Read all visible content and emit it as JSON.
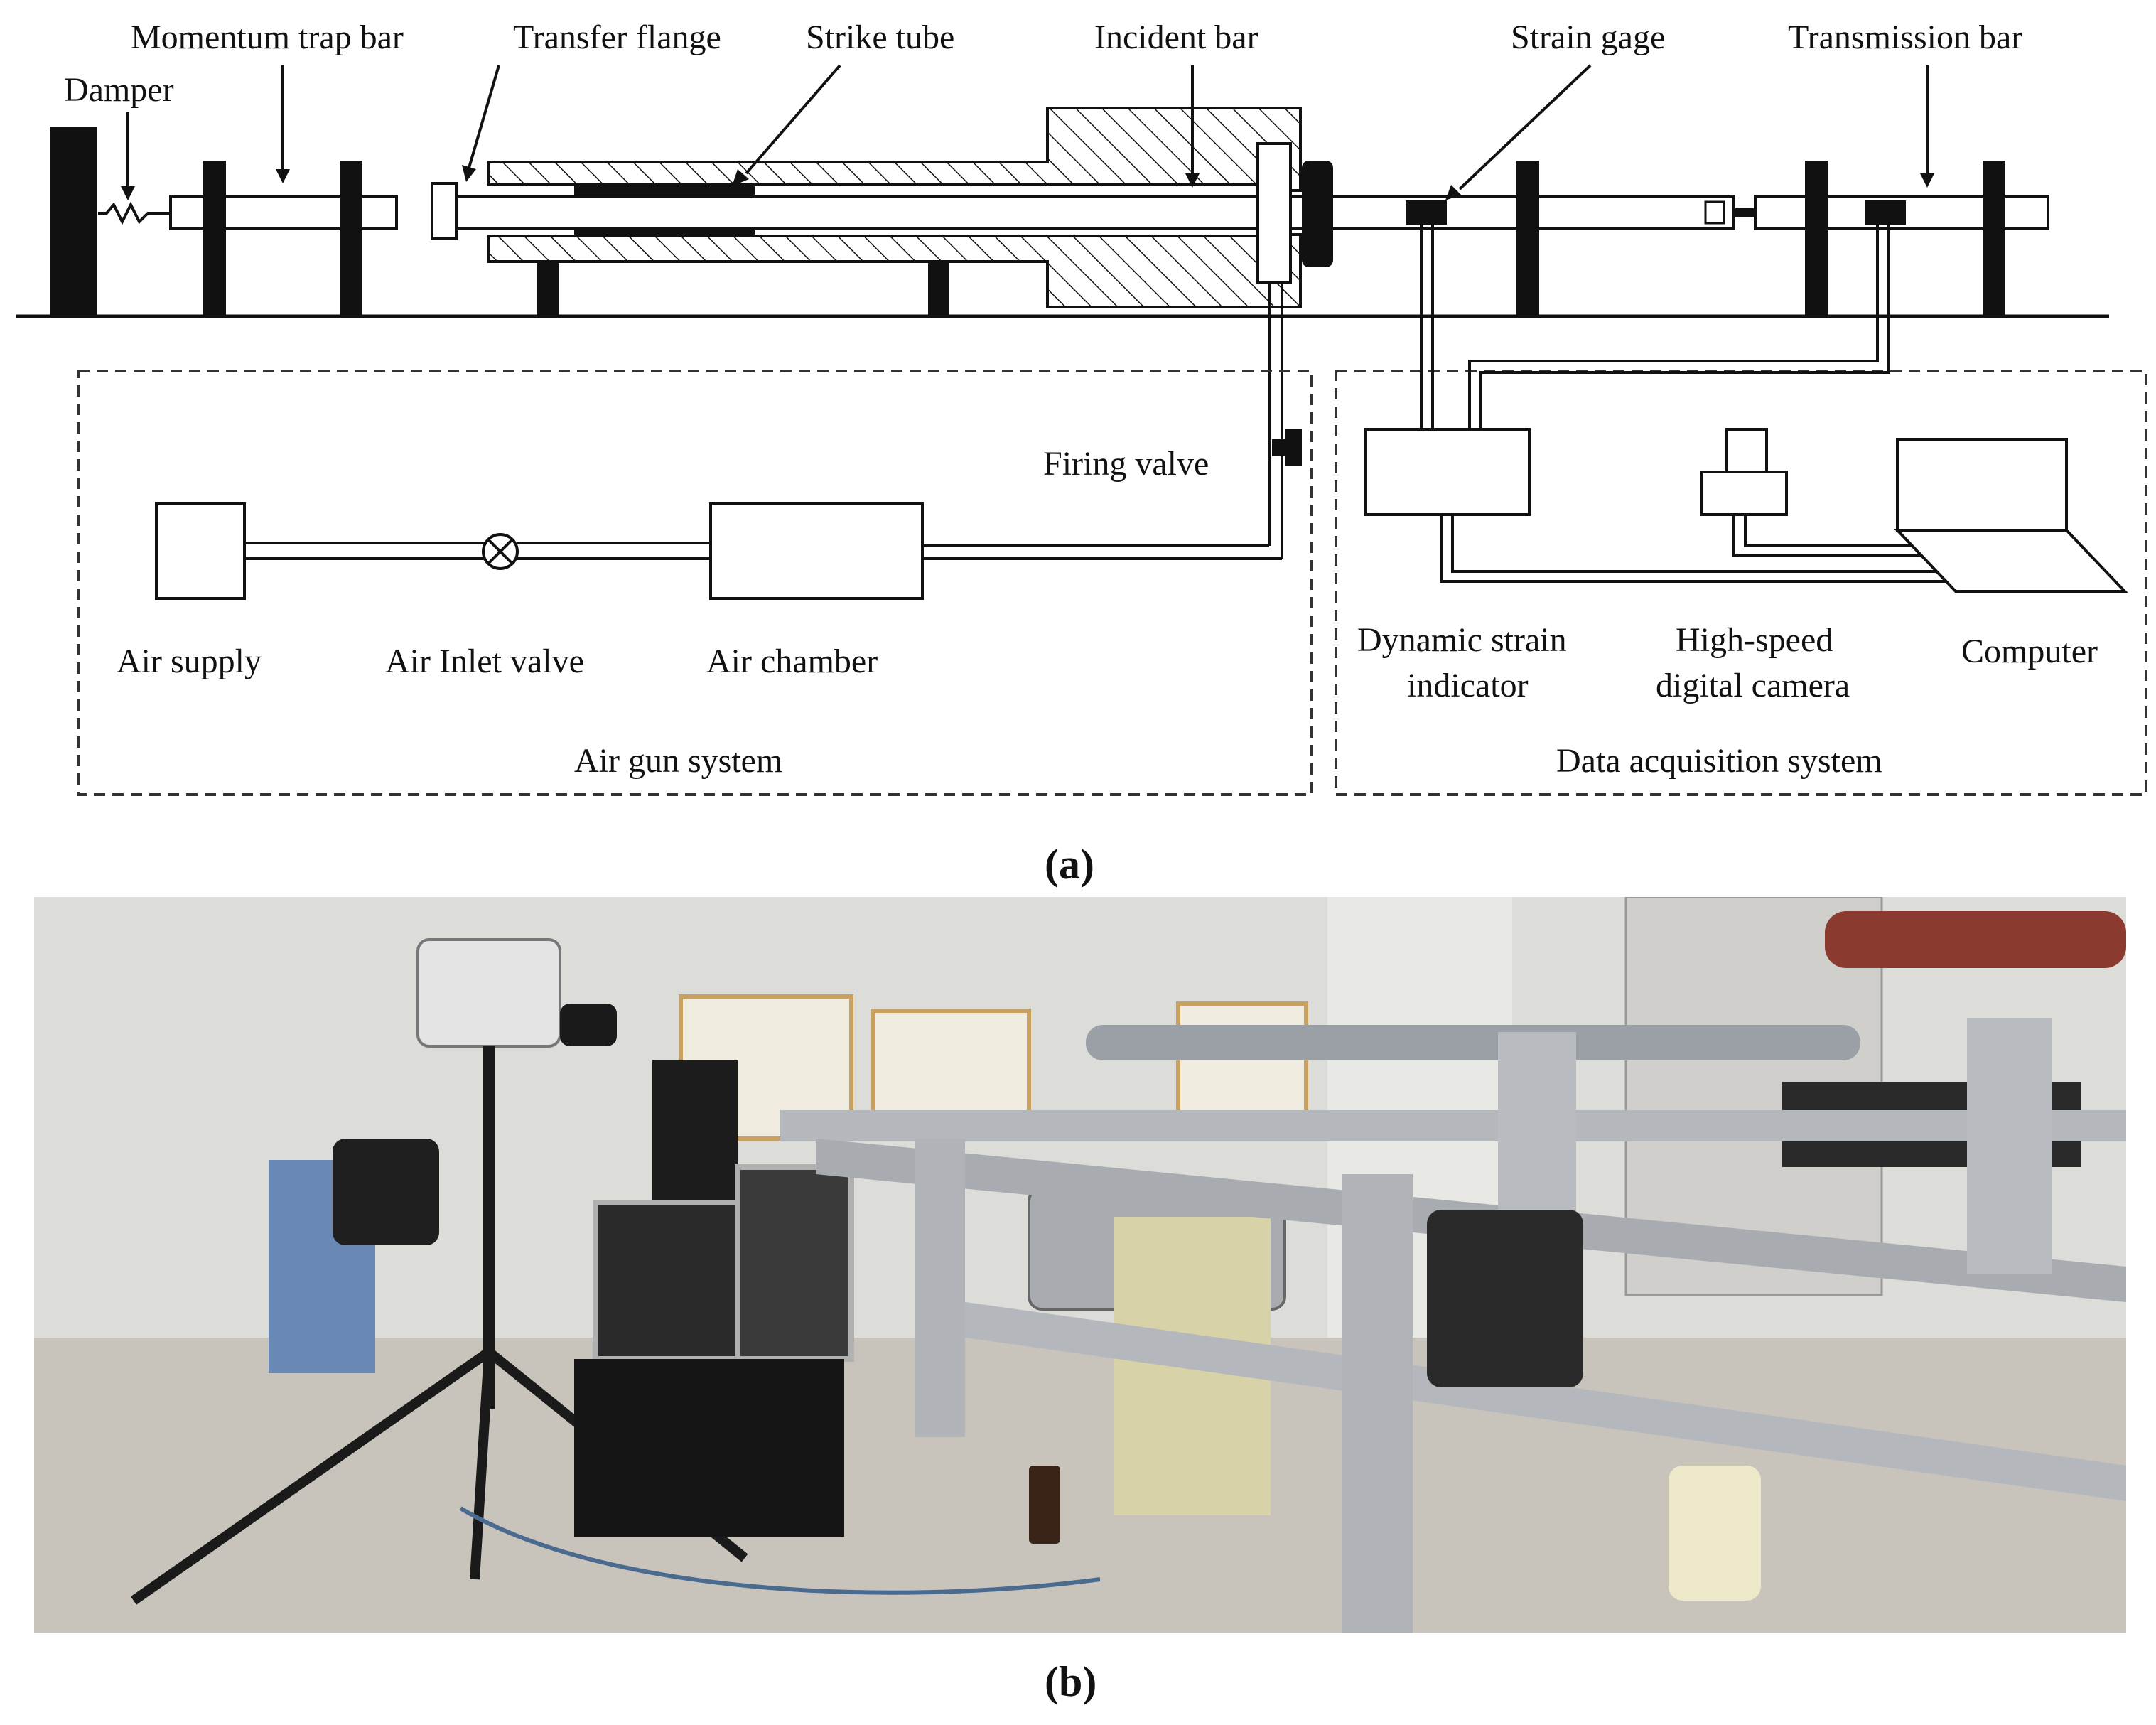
{
  "figure": {
    "panel_a": {
      "tag": "(a)",
      "labels": {
        "damper": "Damper",
        "momentum_trap_bar": "Momentum trap bar",
        "transfer_flange": "Transfer flange",
        "strike_tube": "Strike tube",
        "incident_bar": "Incident bar",
        "strain_gage": "Strain gage",
        "transmission_bar": "Transmission bar",
        "firing_valve": "Firing valve",
        "air_supply": "Air supply",
        "air_inlet_valve": "Air Inlet valve",
        "air_chamber": "Air chamber",
        "air_gun_system": "Air gun system",
        "dynamic_strain_indicator_1": "Dynamic strain",
        "dynamic_strain_indicator_2": "indicator",
        "high_speed_camera_1": "High-speed",
        "high_speed_camera_2": "digital camera",
        "computer": "Computer",
        "data_acquisition_system": "Data acquisition system"
      }
    },
    "panel_b": {
      "tag": "(b)"
    },
    "colors": {
      "ink": "#111111",
      "photo_wall": "#dcdcd8",
      "photo_floor": "#c8c4bc",
      "aluminum": "#b4b8bc",
      "red_roller": "#8a3a2e"
    }
  }
}
